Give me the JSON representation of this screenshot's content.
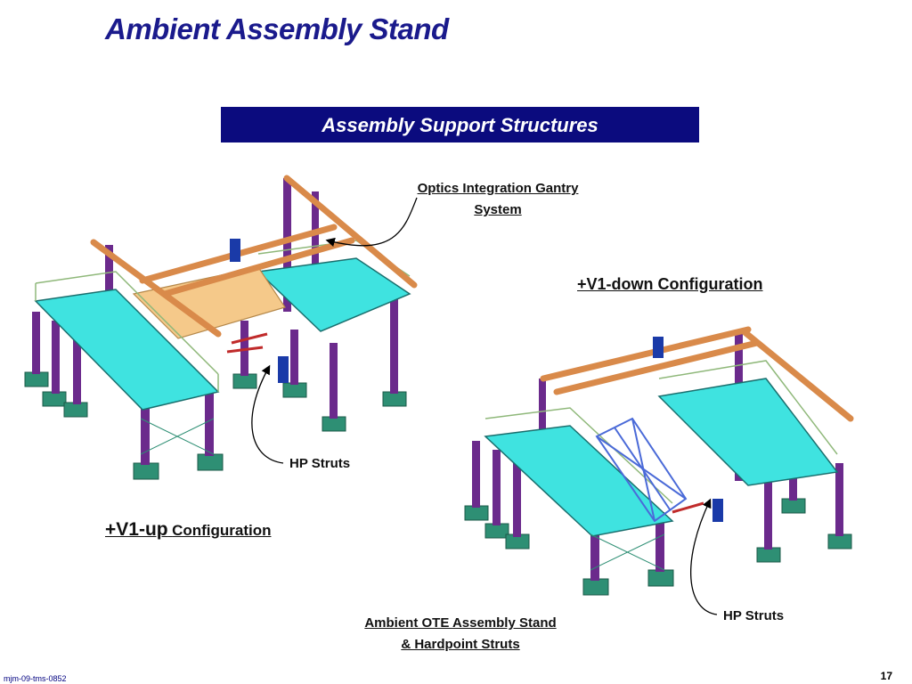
{
  "slide": {
    "title": "Ambient Assembly Stand",
    "banner": "Assembly Support Structures",
    "footer": "mjm-09-tms-0852",
    "page_number": "17"
  },
  "labels": {
    "gantry_line1": "Optics Integration Gantry",
    "gantry_line2": "System",
    "v1_down": "+V1-down Configuration",
    "v1_up_prefix": "+V1-up",
    "v1_up_suffix": "Configuration",
    "hp_struts_left": "HP Struts",
    "hp_struts_right": "HP Struts",
    "stand_line1": "Ambient OTE Assembly Stand",
    "stand_line2": "& Hardpoint Struts"
  },
  "colors": {
    "title": "#1a1a8c",
    "banner_bg": "#0b0b7e",
    "deck": "#3fe3e0",
    "columns": "#6b2a8c",
    "footings": "#2e8f74",
    "gantry": "#d98a4a",
    "rails": "#8fb87a"
  }
}
